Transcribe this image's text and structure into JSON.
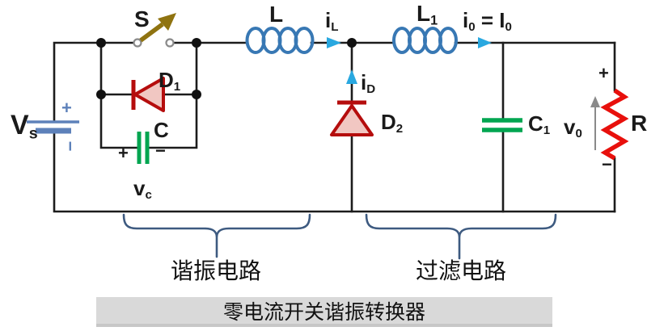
{
  "caption": "零电流开关谐振转换器",
  "regions": {
    "resonant": "谐振电路",
    "filter": "过滤电路"
  },
  "labels": {
    "source": {
      "main": "V",
      "sub": "s",
      "plus": "+",
      "minus": "−"
    },
    "switch": {
      "main": "S"
    },
    "diode1": {
      "main": "D",
      "sub": "1"
    },
    "cap_c": {
      "main": "C",
      "plus": "+",
      "minus": "−"
    },
    "vc": {
      "main": "v",
      "sub": "c"
    },
    "ind_l": {
      "main": "L"
    },
    "il": {
      "main": "i",
      "sub": "L"
    },
    "diode2": {
      "main": "D",
      "sub": "2"
    },
    "id": {
      "main": "i",
      "sub": "D"
    },
    "ind_l1": {
      "main": "L",
      "sub": "1"
    },
    "io": {
      "i": "i",
      "isub": "0",
      "eq": " = ",
      "I": "I",
      "Isub": "0"
    },
    "cap_c1": {
      "main": "C",
      "sub": "1"
    },
    "v0": {
      "main": "v",
      "sub": "0",
      "plus": "+",
      "minus": "−"
    },
    "resistor": {
      "main": "R"
    }
  },
  "colors": {
    "wire": "#1c1c1c",
    "inductor_blue": "#3878b4",
    "current_arrow_blue": "#29a8e0",
    "diode_stroke_red": "#b50d0d",
    "diode_fill_pink": "#f1c7c2",
    "capacitor_green": "#00a550",
    "resistor_red": "#e8100c",
    "switch_arrow_olive": "#8f7310",
    "battery_blue": "#5d81ba",
    "brace_navy": "#3d5a80",
    "v0_arrow_gray": "#8a8a8a",
    "caption_bg": "#d9d9d9"
  }
}
